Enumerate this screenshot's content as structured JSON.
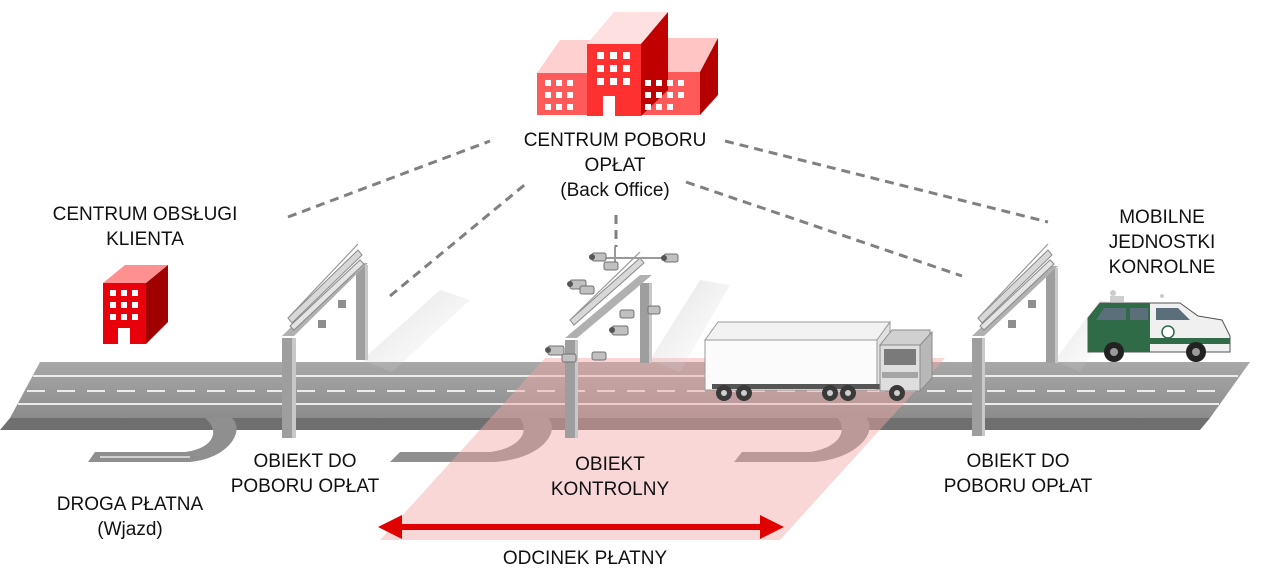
{
  "labels": {
    "back_office": {
      "line1": "CENTRUM POBORU",
      "line2": "OPŁAT",
      "line3": "(Back Office)"
    },
    "customer_center": {
      "line1": "CENTRUM OBSŁUGI",
      "line2": "KLIENTA"
    },
    "mobile_units": {
      "line1": "MOBILNE",
      "line2": "JEDNOSTKI",
      "line3": "KONROLNE"
    },
    "toll_road": {
      "line1": "DROGA PŁATNA",
      "line2": "(Wjazd)"
    },
    "toll_point_left": {
      "line1": "OBIEKT DO",
      "line2": "POBORU OPŁAT"
    },
    "control_point": {
      "line1": "OBIEKT",
      "line2": "KONTROLNY"
    },
    "toll_point_right": {
      "line1": "OBIEKT DO",
      "line2": "POBORU OPŁAT"
    },
    "toll_section": "ODCINEK PŁATNY"
  },
  "colors": {
    "accent_red": "#e00000",
    "building_red": "#e8000a",
    "zone_pink": "#f4a6a6",
    "road_gray": "#9a9a9a",
    "link_dash": "#808080"
  }
}
